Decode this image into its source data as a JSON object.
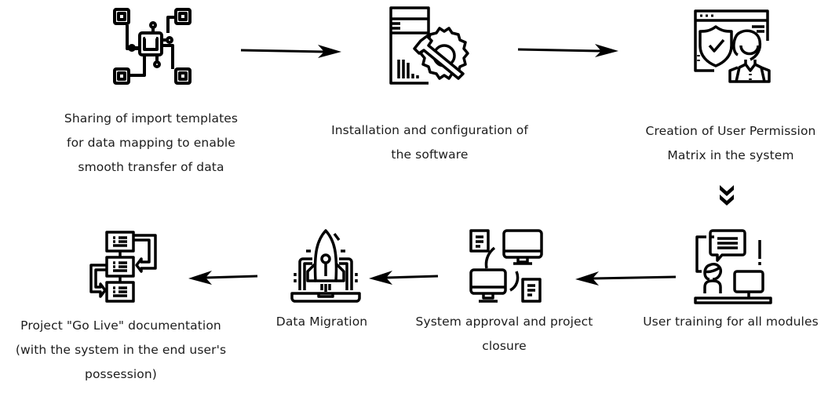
{
  "diagram": {
    "type": "process-flow",
    "steps": [
      {
        "id": 1,
        "icon": "data-mapping-network-icon",
        "label": [
          "Sharing of import templates",
          "for data mapping to enable",
          "smooth transfer of data"
        ]
      },
      {
        "id": 2,
        "icon": "software-configuration-gear-icon",
        "label": [
          "Installation and configuration of",
          "the software"
        ]
      },
      {
        "id": 3,
        "icon": "user-permission-shield-icon",
        "label": [
          "Creation of User Permission",
          "Matrix in the system"
        ]
      },
      {
        "id": 4,
        "icon": "user-training-icon",
        "label": [
          "User training for all modules"
        ]
      },
      {
        "id": 5,
        "icon": "system-approval-computers-icon",
        "label": [
          "System approval and project",
          "closure"
        ]
      },
      {
        "id": 6,
        "icon": "data-migration-rocket-icon",
        "label": [
          "Data Migration"
        ]
      },
      {
        "id": 7,
        "icon": "go-live-documentation-flow-icon",
        "label": [
          "Project \"Go Live\" documentation",
          "(with the system in the end user's",
          "possession)"
        ]
      }
    ],
    "connectors": [
      {
        "from": 1,
        "to": 2,
        "direction": "right"
      },
      {
        "from": 2,
        "to": 3,
        "direction": "right"
      },
      {
        "from": 3,
        "to": 4,
        "direction": "down"
      },
      {
        "from": 4,
        "to": 5,
        "direction": "left"
      },
      {
        "from": 5,
        "to": 6,
        "direction": "left"
      },
      {
        "from": 6,
        "to": 7,
        "direction": "left"
      }
    ],
    "colors": {
      "stroke": "#000000",
      "text": "#1c1c1c",
      "background": "#ffffff"
    }
  }
}
